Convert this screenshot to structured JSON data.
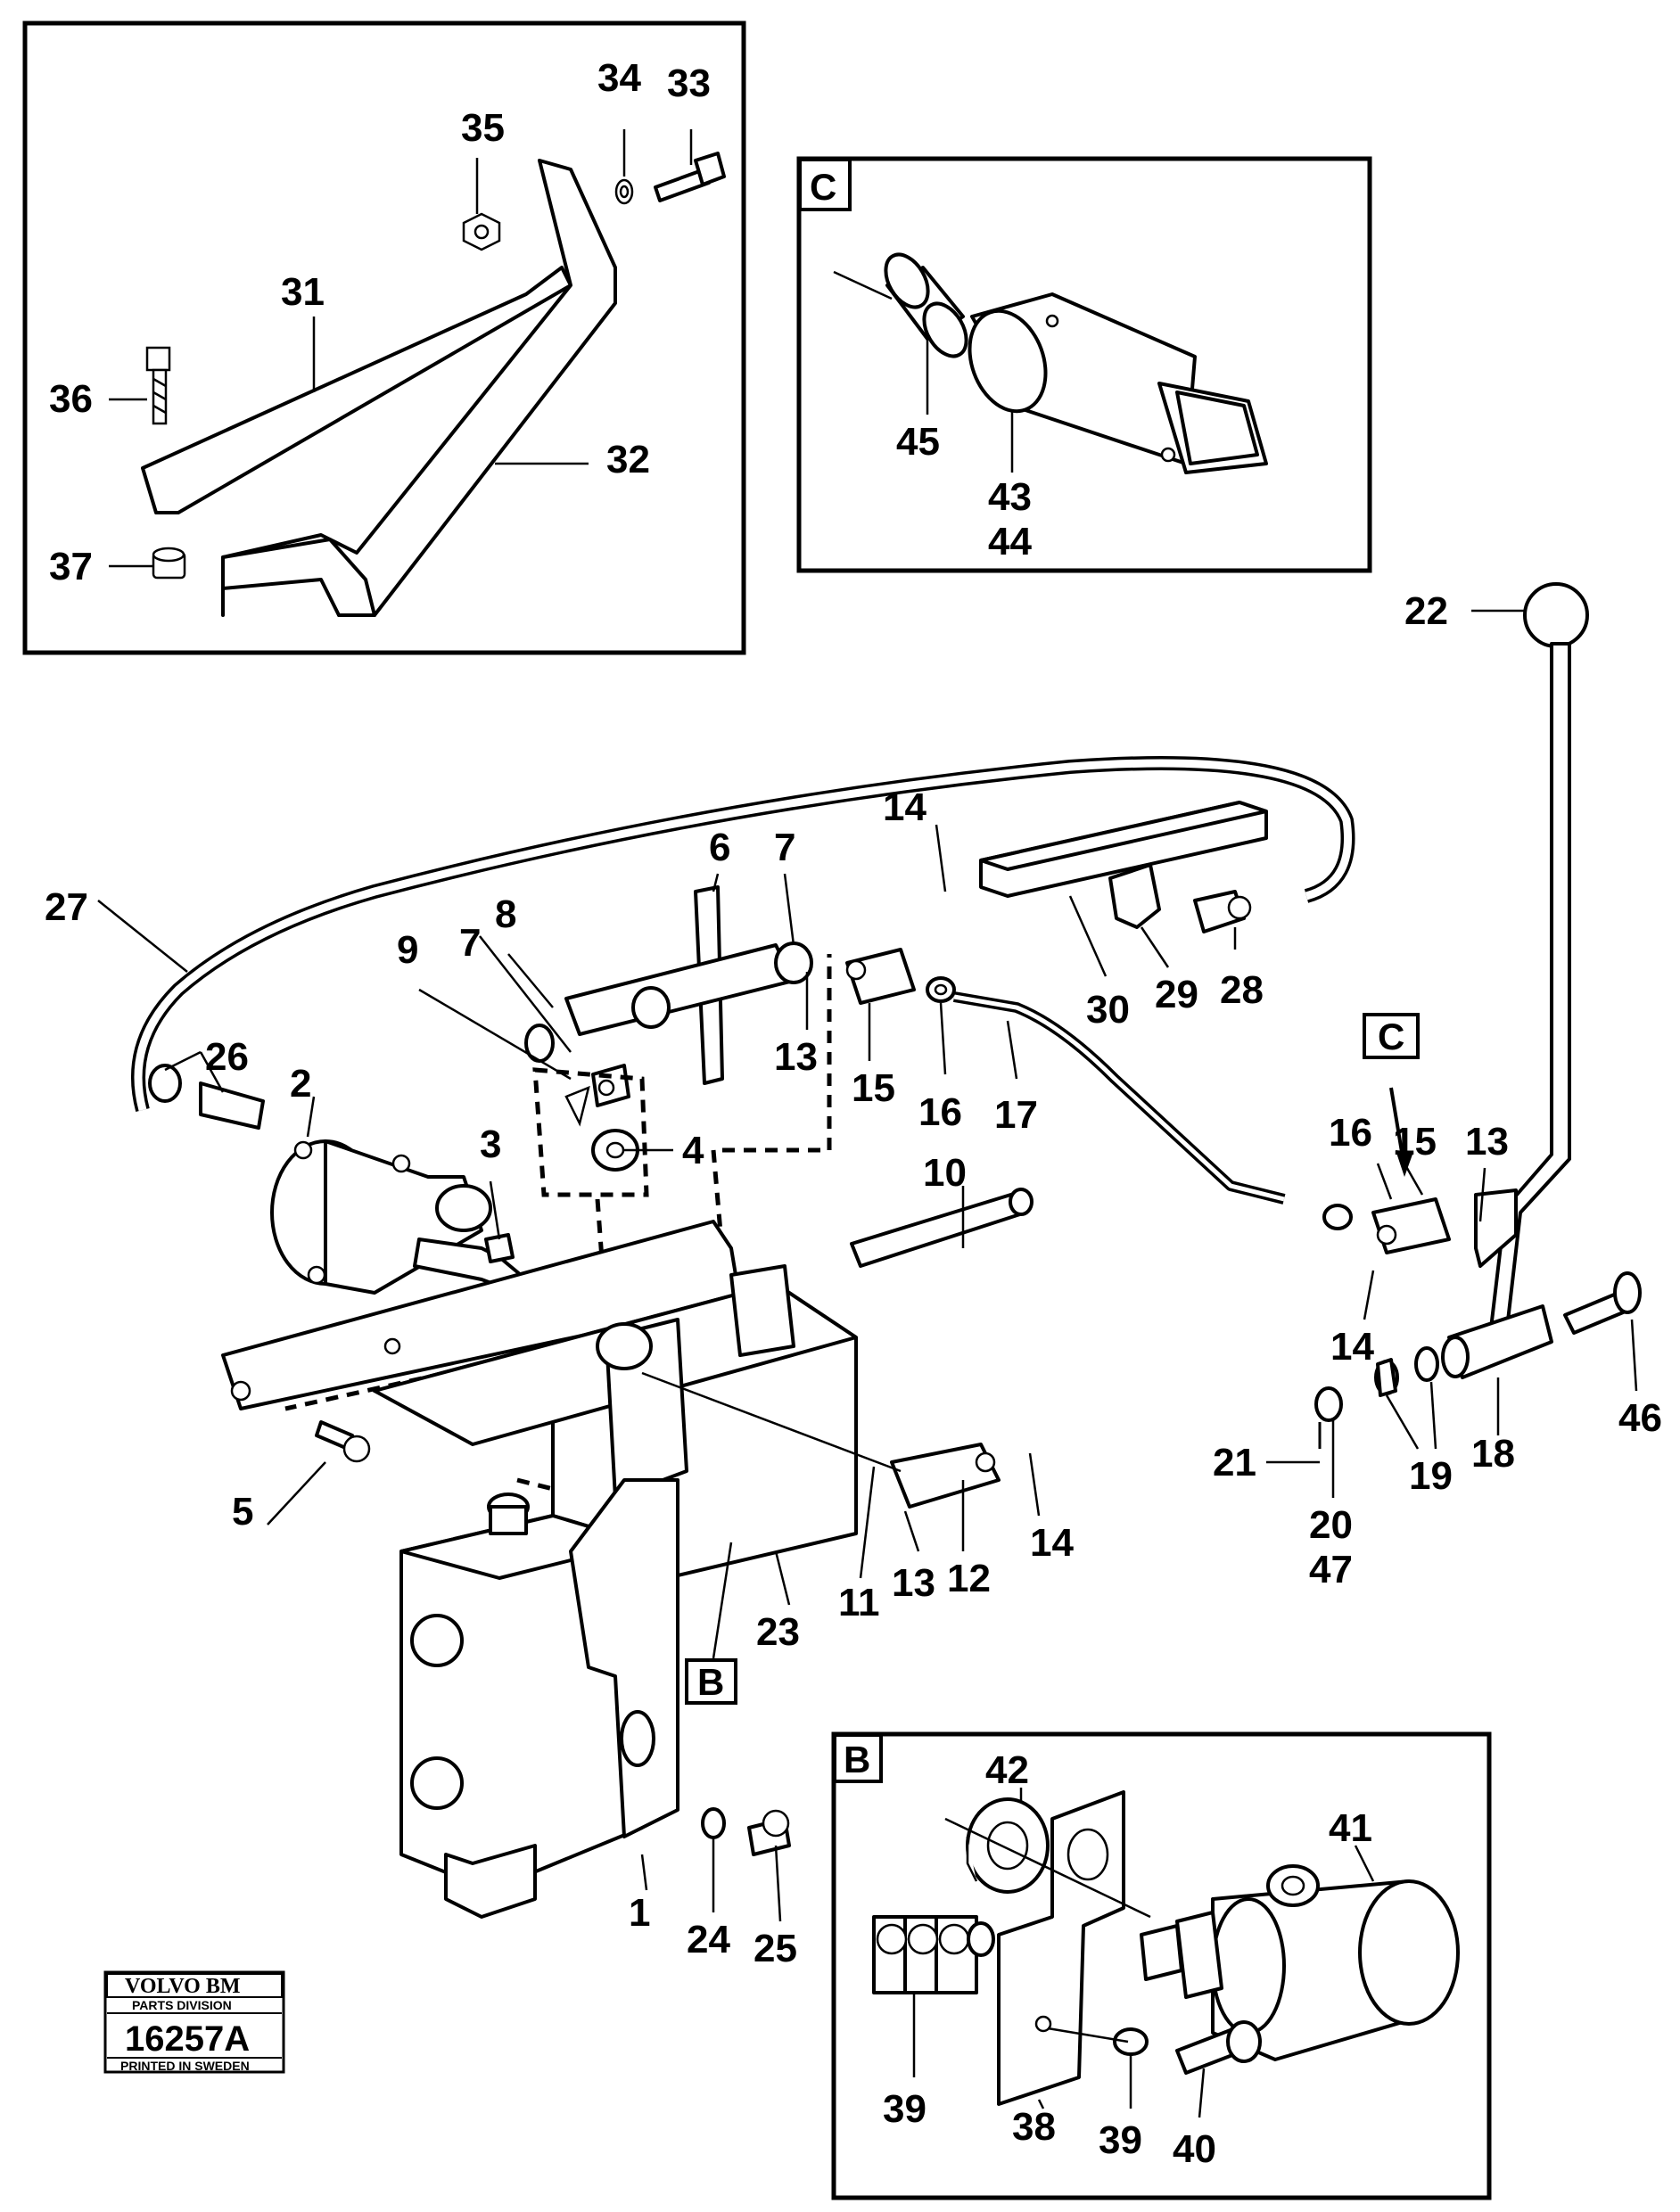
{
  "detail_boxes": {
    "c": "C",
    "b": "B"
  },
  "callouts": {
    "c_main": "C",
    "b_main": "B"
  },
  "labels": {
    "p1": "1",
    "p2": "2",
    "p3": "3",
    "p4": "4",
    "p5": "5",
    "p6": "6",
    "p7a": "7",
    "p7b": "7",
    "p8": "8",
    "p9": "9",
    "p10": "10",
    "p11": "11",
    "p12": "12",
    "p13a": "13",
    "p13b": "13",
    "p13c": "13",
    "p14a": "14",
    "p14b": "14",
    "p14c": "14",
    "p15a": "15",
    "p15b": "15",
    "p16a": "16",
    "p16b": "16",
    "p17": "17",
    "p18": "18",
    "p19": "19",
    "p20": "20",
    "p21": "21",
    "p22": "22",
    "p23": "23",
    "p24": "24",
    "p25": "25",
    "p26": "26",
    "p27": "27",
    "p28": "28",
    "p29": "29",
    "p30": "30",
    "p31": "31",
    "p32": "32",
    "p33": "33",
    "p34": "34",
    "p35": "35",
    "p36": "36",
    "p37": "37",
    "p38": "38",
    "p39a": "39",
    "p39b": "39",
    "p40": "40",
    "p41": "41",
    "p42": "42",
    "p43": "43",
    "p44": "44",
    "p45": "45",
    "p46": "46",
    "p47": "47"
  },
  "stamp": {
    "brand": "VOLVO BM",
    "division": "PARTS DIVISION",
    "number": "16257A",
    "printed": "PRINTED IN SWEDEN"
  }
}
